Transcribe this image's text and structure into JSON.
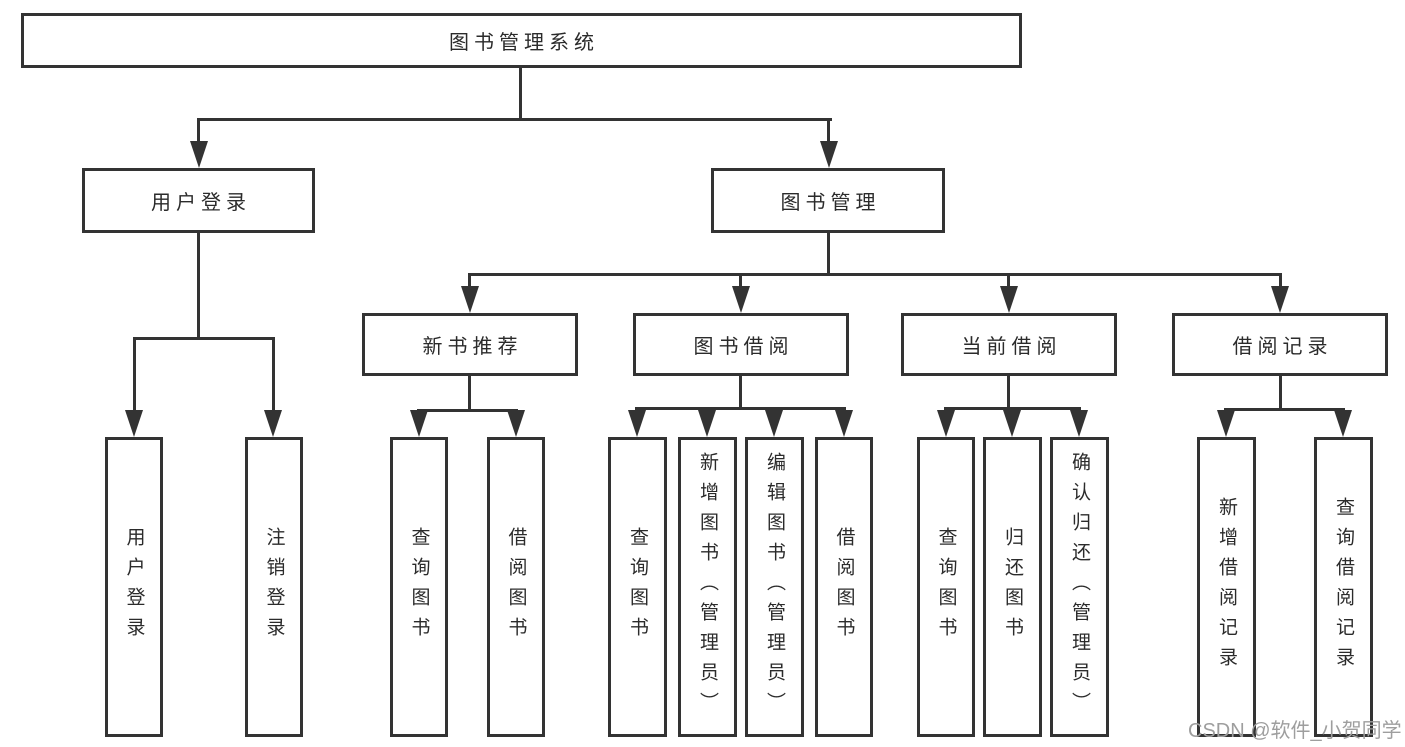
{
  "root": {
    "label": "图书管理系统"
  },
  "level2": {
    "user_login": {
      "label": "用户登录"
    },
    "book_mgmt": {
      "label": "图书管理"
    }
  },
  "level3": {
    "new_books": {
      "label": "新书推荐"
    },
    "book_borrow": {
      "label": "图书借阅"
    },
    "current_borrow": {
      "label": "当前借阅"
    },
    "borrow_records": {
      "label": "借阅记录"
    }
  },
  "leaves": {
    "user_login": {
      "label": "用户登录",
      "parent": "用户登录"
    },
    "logout": {
      "label": "注销登录",
      "parent": "用户登录"
    },
    "nb_query": {
      "label": "查询图书",
      "parent": "新书推荐"
    },
    "nb_borrow": {
      "label": "借阅图书",
      "parent": "新书推荐"
    },
    "bb_query": {
      "label": "查询图书",
      "parent": "图书借阅"
    },
    "bb_add": {
      "label": "新增图书（管理员）",
      "parent": "图书借阅"
    },
    "bb_edit": {
      "label": "编辑图书（管理员）",
      "parent": "图书借阅"
    },
    "bb_borrow": {
      "label": "借阅图书",
      "parent": "图书借阅"
    },
    "cb_query": {
      "label": "查询图书",
      "parent": "当前借阅"
    },
    "cb_return": {
      "label": "归还图书",
      "parent": "当前借阅"
    },
    "cb_confirm": {
      "label": "确认归还（管理员）",
      "parent": "当前借阅"
    },
    "br_add": {
      "label": "新增借阅记录",
      "parent": "借阅记录"
    },
    "br_query": {
      "label": "查询借阅记录",
      "parent": "借阅记录"
    }
  },
  "watermark": {
    "text": "CSDN @软件_小贺同学"
  },
  "colors": {
    "line": "#333333",
    "text": "#2b2b2b",
    "watermark": "#9e9e9e",
    "background": "#ffffff"
  }
}
